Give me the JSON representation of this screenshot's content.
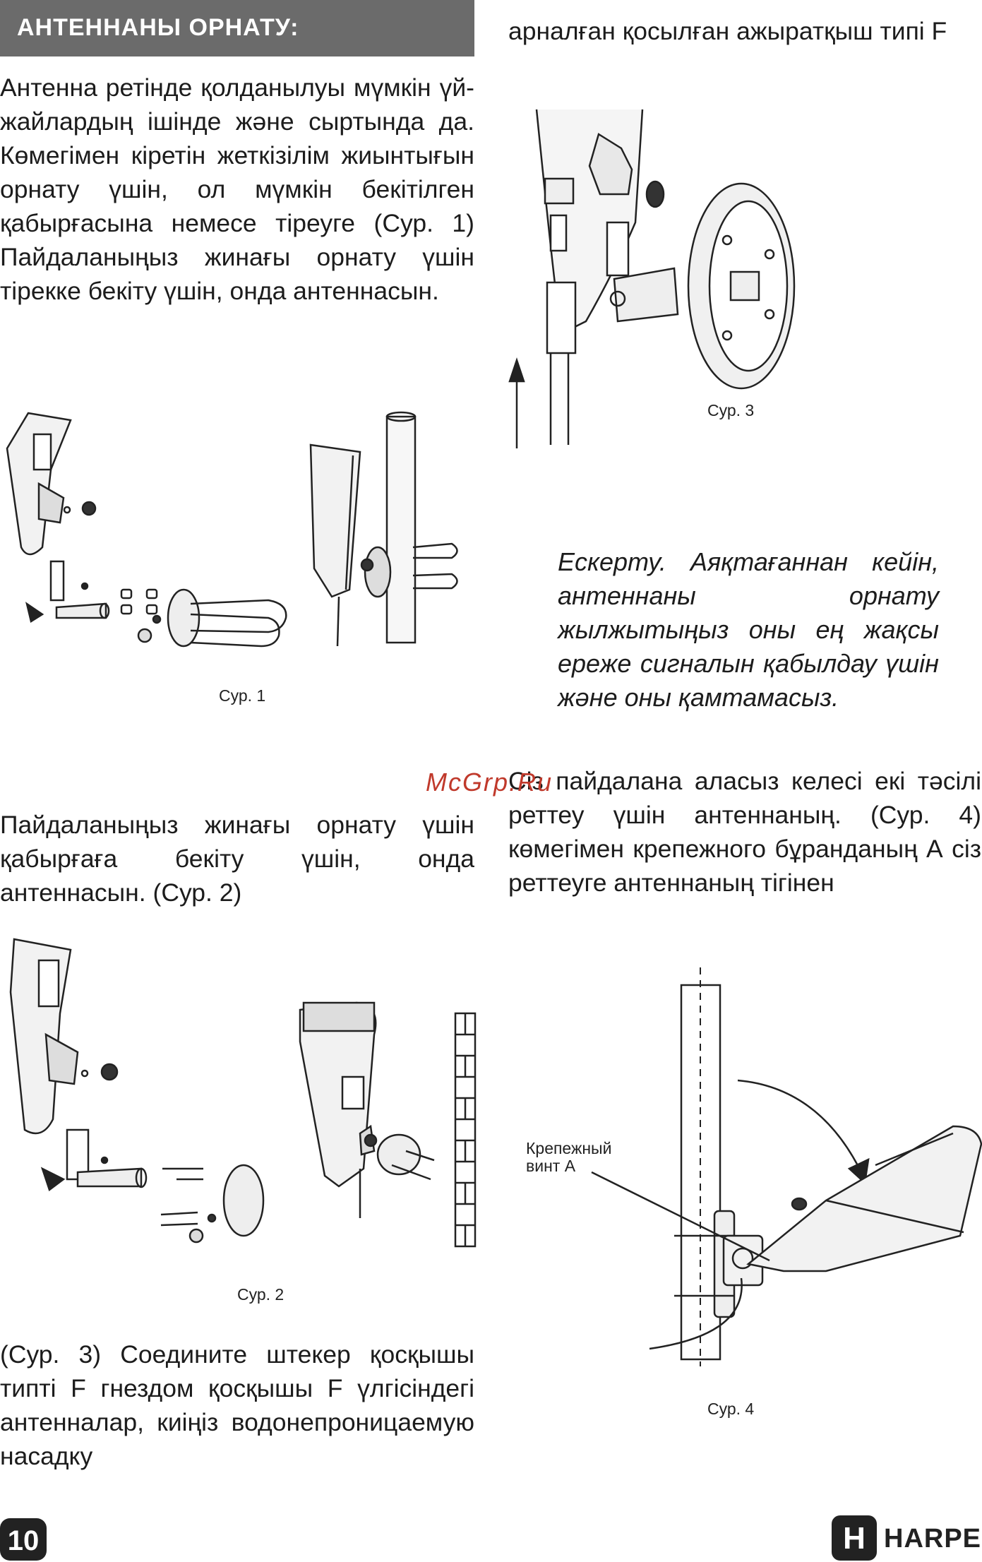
{
  "section_title": "АНТЕННАНЫ ОРНАТУ:",
  "para1": "Антенна ретінде қолданылуы мүмкін үй-жайлардың ішінде және сыртында да. Көмегімен кіретін жеткізілім жиынтығын орнату үшін, ол мүмкін бекітілген қабырғасына немесе тіреуге (Сур. 1) Пайдаланыңыз жинағы орнату үшін тірекке бекіту үшін, онда антеннасын.",
  "fig1_caption": "Сур. 1",
  "para2": "Пайдаланыңыз жинағы орнату үшін қабырғаға бекіту үшін, онда антеннасын. (Сур. 2)",
  "fig2_caption": "Сур. 2",
  "para3": "(Сур. 3) Соедините штекер қосқышы типті F гнездом қосқышы F үлгісіндегі антенналар, киіңіз водонепроницаемую насадку",
  "para3_cont": "арналған қосылған ажыратқыш типі F",
  "fig3_caption": "Сур. 3",
  "note": "Ескерту. Аяқтағаннан кейін, антеннаны орнату жылжытыңыз оны ең жақсы ереже сигналын қабылдау үшін және оны қамтамасыз.",
  "watermark": "McGrp.Ru",
  "para4": "Сіз пайдалана аласыз келесі екі тәсілі реттеу үшін антеннаның. (Сур. 4) көмегімен крепежного бұранданың А сіз реттеуге антеннаның тігінен",
  "fig4_label": "Крепежный винт А",
  "fig4_caption": "Сур. 4",
  "page_number": "10",
  "brand_letter": "H",
  "brand": "HARPER"
}
